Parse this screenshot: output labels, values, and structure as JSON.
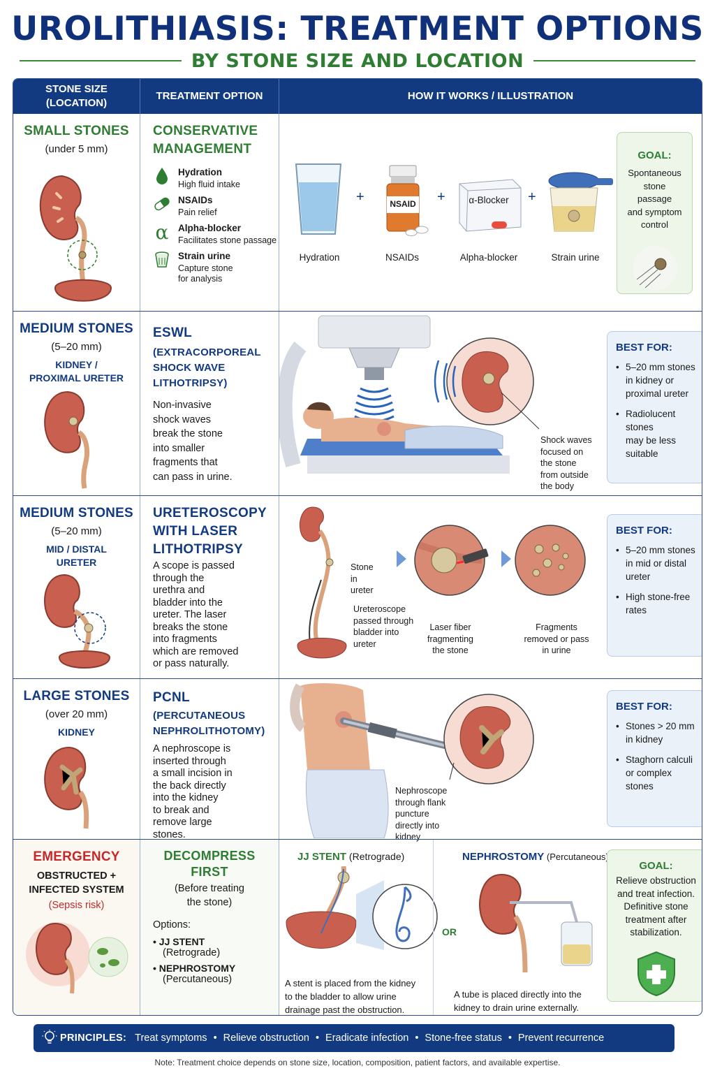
{
  "header": {
    "title": "UROLITHIASIS: TREATMENT OPTIONS",
    "subtitle": "BY STONE SIZE AND LOCATION"
  },
  "table_header": {
    "col1_line1": "STONE SIZE",
    "col1_line2": "(LOCATION)",
    "col2": "TREATMENT OPTION",
    "col3": "HOW IT WORKS / ILLUSTRATION"
  },
  "row_small": {
    "size": "SMALL STONES",
    "size_sub": "(under 5 mm)",
    "treatment_line1": "CONSERVATIVE",
    "treatment_line2": "MANAGEMENT",
    "items": [
      {
        "name": "Hydration",
        "sub": "High fluid intake",
        "icon": "water-drop-icon"
      },
      {
        "name": "NSAIDs",
        "sub": "Pain relief",
        "icon": "pill-capsule-icon"
      },
      {
        "name": "Alpha-blocker",
        "sub": "Facilitates stone passage",
        "icon": "alpha-icon"
      },
      {
        "name": "Strain urine",
        "sub_line1": "Capture stone",
        "sub_line2": "for analysis",
        "icon": "strainer-cup-icon"
      }
    ],
    "illus_labels": [
      "Hydration",
      "NSAIDs",
      "Alpha-blocker",
      "Strain urine"
    ],
    "bottle_label": "NSAID",
    "box_label": "α-Blocker",
    "goal_head": "GOAL:",
    "goal_text": [
      "Spontaneous",
      "stone passage",
      "and symptom",
      "control"
    ]
  },
  "row_eswl": {
    "size": "MEDIUM STONES",
    "size_sub": "(5–20 mm)",
    "loc_line1": "KIDNEY /",
    "loc_line2": "PROXIMAL URETER",
    "treatment": "ESWL",
    "treatment_full": [
      "(EXTRACORPOREAL",
      "SHOCK WAVE",
      "LITHOTRIPSY)"
    ],
    "desc": [
      "Non-invasive",
      "shock waves",
      "break the stone",
      "into smaller",
      "fragments that",
      "can pass in urine."
    ],
    "caption": [
      "Shock waves",
      "focused on",
      "the stone",
      "from outside",
      "the body"
    ],
    "best_head": "BEST FOR:",
    "best": [
      [
        "5–20 mm stones",
        "in kidney or",
        "proximal ureter"
      ],
      [
        "Radiolucent stones",
        "may be less",
        "suitable"
      ]
    ]
  },
  "row_urs": {
    "size": "MEDIUM STONES",
    "size_sub": "(5–20 mm)",
    "loc_line1": "MID / DISTAL",
    "loc_line2": "URETER",
    "treatment": [
      "URETEROSCOPY",
      "WITH LASER",
      "LITHOTRIPSY"
    ],
    "desc": [
      "A scope is passed",
      "through the",
      "urethra and",
      "bladder into the",
      "ureter. The laser",
      "breaks the stone",
      "into fragments",
      "which are removed",
      "or pass naturally."
    ],
    "cap_stone": [
      "Stone in",
      "ureter"
    ],
    "cap_scope": [
      "Ureteroscope",
      "passed through",
      "bladder into",
      "ureter"
    ],
    "cap_laser": [
      "Laser fiber",
      "fragmenting",
      "the stone"
    ],
    "cap_frag": [
      "Fragments",
      "removed or pass",
      "in urine"
    ],
    "best_head": "BEST FOR:",
    "best": [
      [
        "5–20 mm stones",
        "in mid or distal",
        "ureter"
      ],
      [
        "High stone-free",
        "rates"
      ]
    ]
  },
  "row_pcnl": {
    "size": "LARGE STONES",
    "size_sub": "(over 20 mm)",
    "loc": "KIDNEY",
    "treatment": "PCNL",
    "treatment_full": [
      "(PERCUTANEOUS",
      "NEPHROLITHOTOMY)"
    ],
    "desc": [
      "A nephroscope is",
      "inserted through",
      "a small incision in",
      "the back directly",
      "into the kidney",
      "to break and",
      "remove large",
      "stones."
    ],
    "caption": [
      "Nephroscope",
      "through flank",
      "puncture",
      "directly into",
      "kidney"
    ],
    "best_head": "BEST FOR:",
    "best": [
      [
        "Stones > 20 mm",
        "in kidney"
      ],
      [
        "Staghorn calculi",
        "or complex",
        "stones"
      ]
    ]
  },
  "row_emergency": {
    "size": "EMERGENCY",
    "size_sub_line1": "OBSTRUCTED +",
    "size_sub_line2": "INFECTED SYSTEM",
    "risk": "(Sepsis risk)",
    "treatment_line1": "DECOMPRESS",
    "treatment_line2": "FIRST",
    "treatment_sub_line1": "(Before treating",
    "treatment_sub_line2": "the stone)",
    "options_head": "Options:",
    "options": [
      {
        "name": "JJ STENT",
        "sub": "(Retrograde)"
      },
      {
        "name": "NEPHROSTOMY",
        "sub": "(Percutaneous)"
      }
    ],
    "jj_title": "JJ STENT",
    "jj_sub": "(Retrograde)",
    "jj_caption": [
      "A stent is placed from the kidney",
      "to the bladder to allow urine",
      "drainage past the obstruction."
    ],
    "or": "OR",
    "neph_title": "NEPHROSTOMY",
    "neph_sub": "(Percutaneous)",
    "neph_caption": [
      "A tube is placed directly into the",
      "kidney to drain urine externally."
    ],
    "goal_head": "GOAL:",
    "goal_text": [
      "Relieve obstruction",
      "and treat infection.",
      "Definitive stone",
      "treatment after",
      "stabilization."
    ]
  },
  "principles": {
    "label": "PRINCIPLES:",
    "items": [
      "Treat symptoms",
      "Relieve obstruction",
      "Eradicate infection",
      "Stone-free status",
      "Prevent recurrence"
    ]
  },
  "note": "Note: Treatment choice depends on stone size, location, composition, patient factors, and available expertise.",
  "colors": {
    "navy": "#123a80",
    "green": "#2e7d32",
    "red": "#c62828",
    "kidney": "#c9604f"
  }
}
